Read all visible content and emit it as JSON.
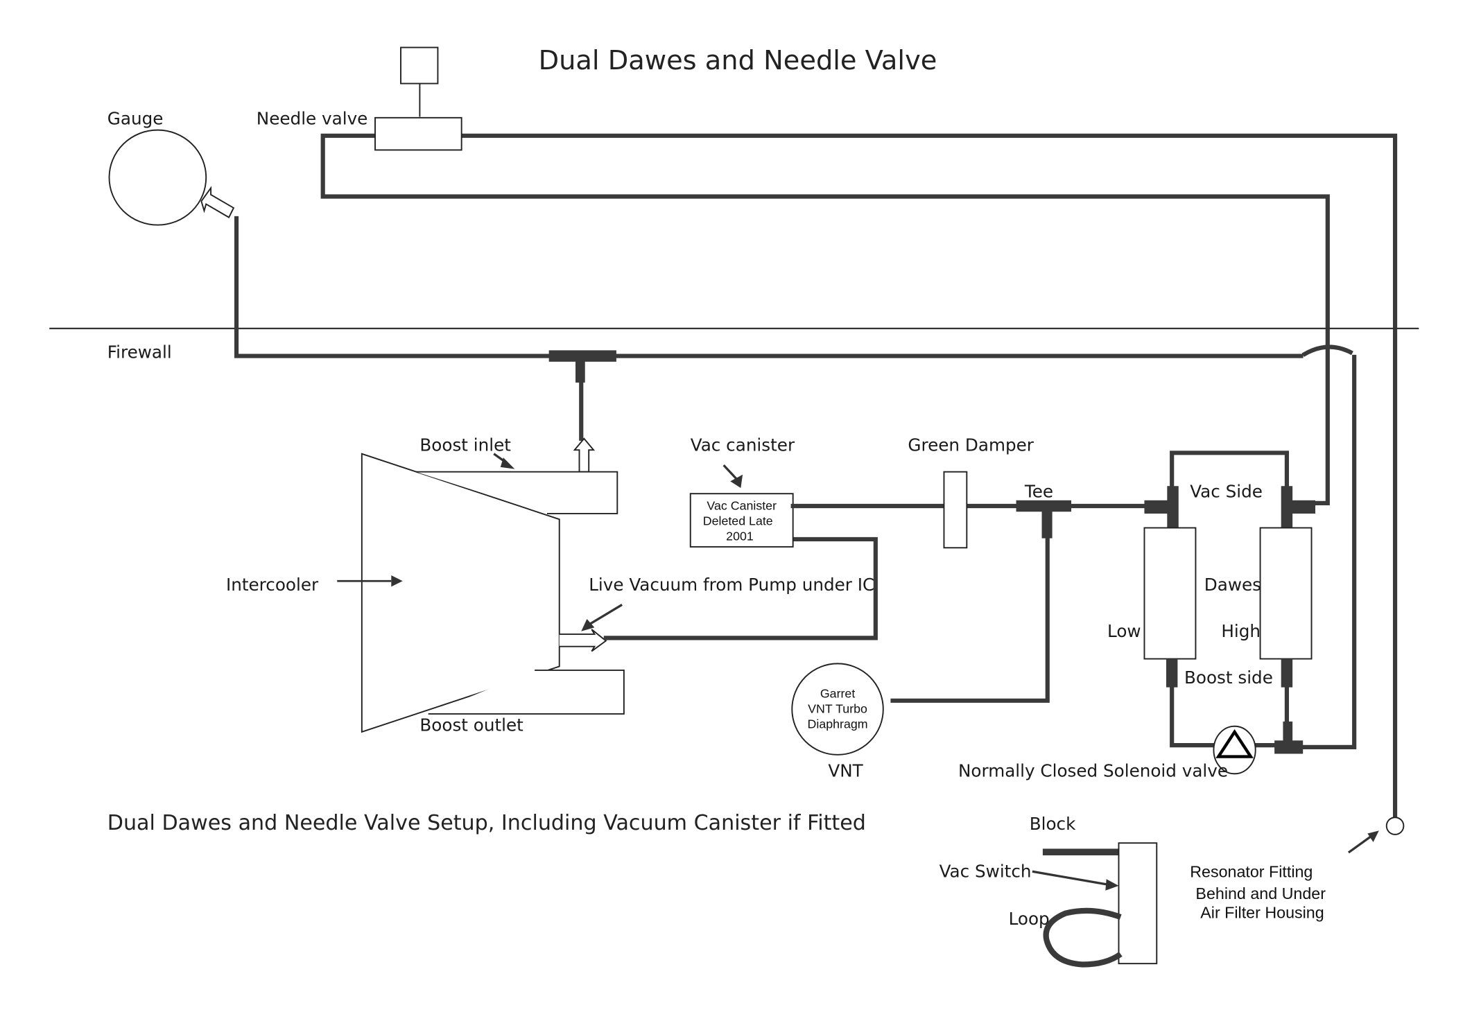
{
  "title": "Dual Dawes and Needle Valve",
  "caption": "Dual Dawes and Needle Valve Setup, Including Vacuum Canister if Fitted",
  "labels": {
    "gauge": "Gauge",
    "needle_valve": "Needle valve",
    "firewall": "Firewall",
    "boost_inlet": "Boost inlet",
    "boost_outlet": "Boost outlet",
    "intercooler": "Intercooler",
    "vac_canister": "Vac canister",
    "green_damper": "Green Damper",
    "tee": "Tee",
    "vac_side": "Vac Side",
    "dawes": "Dawes",
    "low": "Low",
    "high": "High",
    "boost_side": "Boost side",
    "live_vacuum": "Live Vacuum from Pump under IC",
    "vnt": "VNT",
    "solenoid": "Normally Closed Solenoid valve",
    "block": "Block",
    "vac_switch": "Vac Switch",
    "loop": "Loop",
    "resonator_line1": "Resonator  Fitting",
    "resonator_line2": "Behind and Under",
    "resonator_line3": "Air Filter Housing"
  },
  "canister_box": {
    "line1": "Vac Canister",
    "line2": "Deleted Late",
    "line3": "2001"
  },
  "vnt_diaphragm": {
    "line1": "Garret",
    "line2": "VNT Turbo",
    "line3": "Diaphragm"
  },
  "colors": {
    "pipe": "#3a3a3a",
    "outline": "#222222",
    "background": "#ffffff"
  }
}
